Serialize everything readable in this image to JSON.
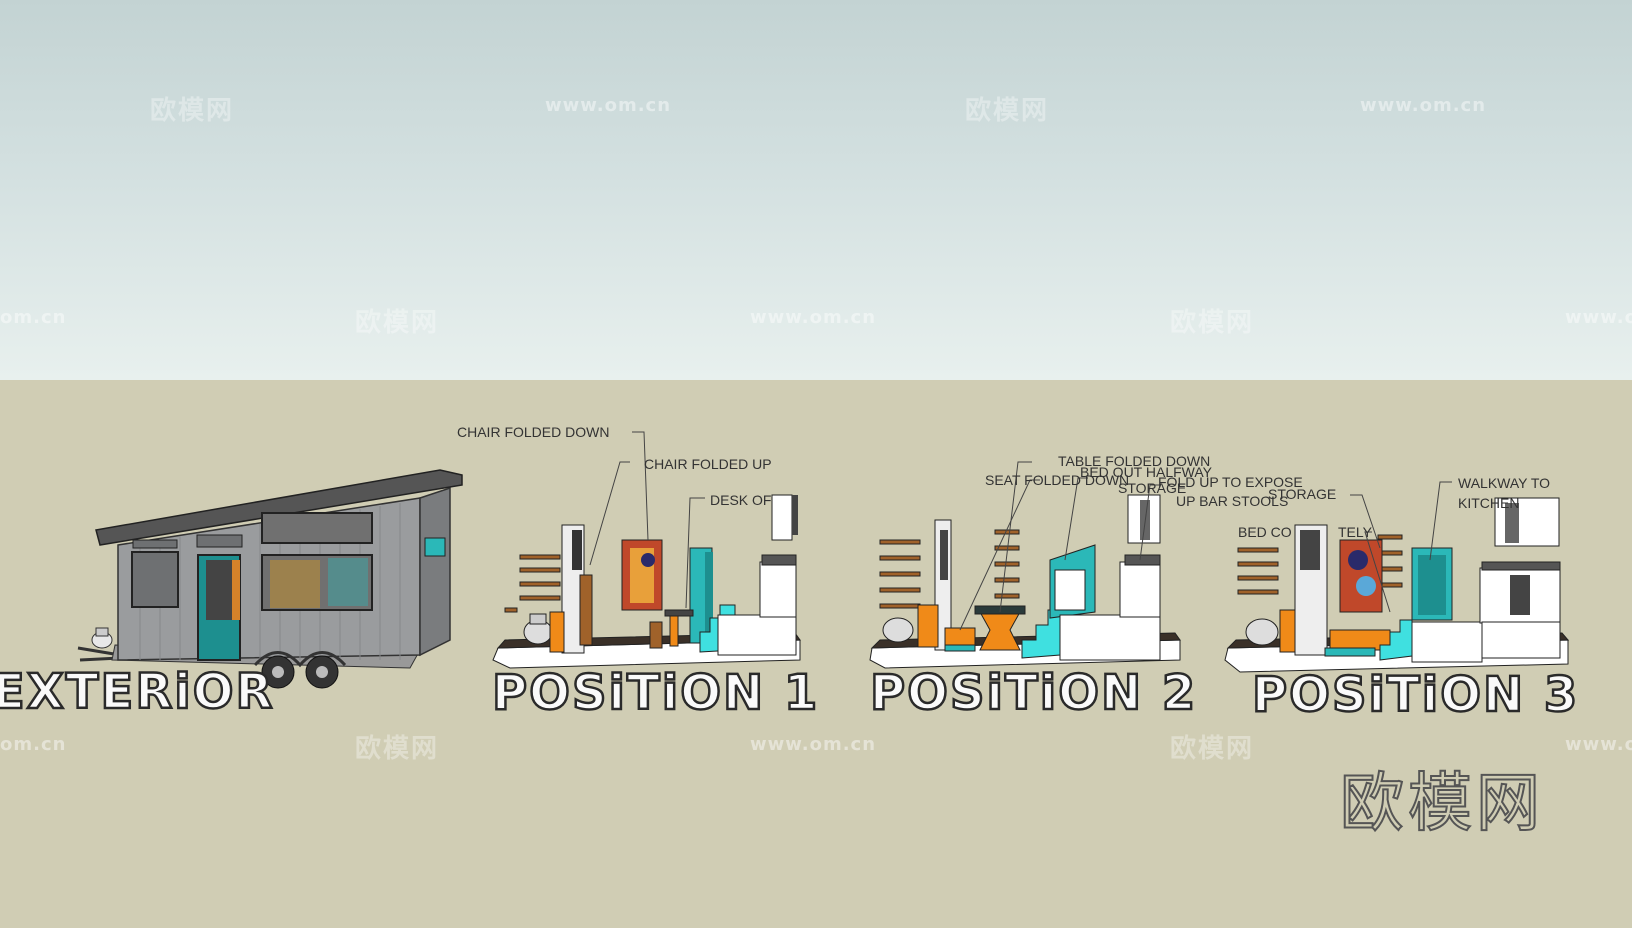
{
  "watermarks": {
    "brand": "欧模网",
    "url": "www.om.cn",
    "url_clipped": "om.cn"
  },
  "titles": {
    "exterior": "EXTERiOR",
    "position1": "POSiTiON 1",
    "position2": "POSiTiON 2",
    "position3": "POSiTiON 3"
  },
  "annotations": {
    "position1": {
      "chair_down": "CHAIR FOLDED DOWN",
      "chair_up": "CHAIR FOLDED UP",
      "desk": "DESK OF"
    },
    "position2": {
      "table_down": "TABLE FOLDED DOWN",
      "seat_down": "SEAT FOLDED DOWN",
      "bed_halfway": "BED OUT HALFWAY",
      "fold_up": "FOLD UP TO EXPOSE",
      "storage": "STORAGE",
      "bar_stools": "UP BAR STOOLS"
    },
    "position3": {
      "storage": "STORAGE",
      "walkway": "WALKWAY TO",
      "kitchen": "KITCHEN",
      "bed_co": "BED CO",
      "tely": "TELY"
    }
  },
  "colors": {
    "sky_top": "#c3d3d3",
    "sky_bottom": "#e8f0ee",
    "ground": "#d0cdb4",
    "teal": "#2bb8b8",
    "cyan": "#3fe0e0",
    "orange": "#f08a18",
    "wood": "#a0622a",
    "siding": "#9a9c9e"
  }
}
